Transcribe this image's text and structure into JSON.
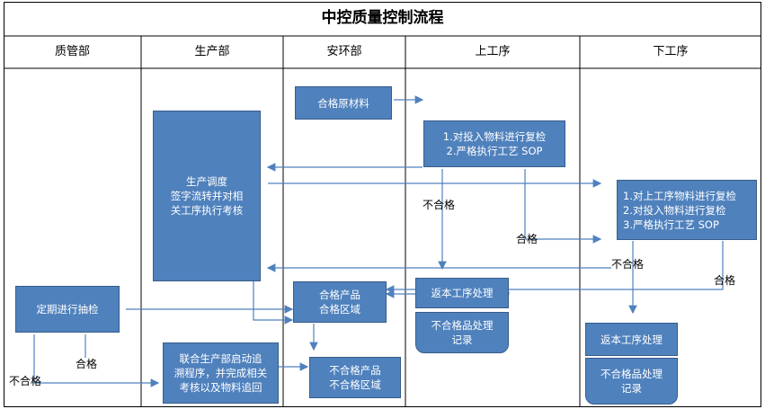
{
  "title": "中控质量控制流程",
  "lanes": [
    "质管部",
    "生产部",
    "安环部",
    "上工序",
    "下工序"
  ],
  "boxes": {
    "qualified_material": "合格原材料",
    "upper_recheck": [
      "1.对投入物料进行复检",
      "2.严格执行工艺 SOP"
    ],
    "dispatch": [
      "生产调度",
      "签字流转并对相",
      "关工序执行考核"
    ],
    "lower_check": [
      "1.对上工序物料进行复检",
      "2.对投入物料进行复检",
      "3.严格执行工艺 SOP"
    ],
    "periodic_inspection": "定期进行抽检",
    "qualified_product": [
      "合格产品",
      "合格区域"
    ],
    "upper_rework": "返本工序处理",
    "upper_nonconform_record": [
      "不合格品处理",
      "记录"
    ],
    "lower_rework": "返本工序处理",
    "lower_nonconform_record": [
      "不合格品处理",
      "记录"
    ],
    "trace": [
      "联合生产部启动追",
      "溯程序，并完成相关",
      "考核以及物料追回"
    ],
    "unqualified_product": [
      "不合格产品",
      "不合格区域"
    ]
  },
  "labels": {
    "unqualified_upper": "不合格",
    "qualified_upper": "合格",
    "unqualified_lower": "不合格",
    "qualified_lower": "合格",
    "qualified_qc": "合格",
    "unqualified_qc": "不合格"
  },
  "colors": {
    "box_fill": "#4f81bd",
    "box_border": "#385d8a",
    "arrow": "#4f81bd"
  }
}
